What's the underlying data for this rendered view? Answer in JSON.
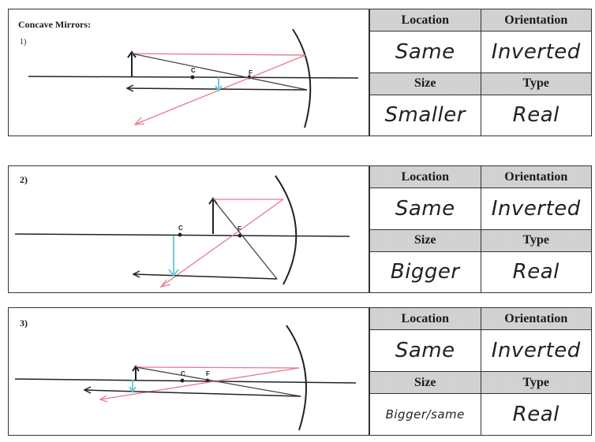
{
  "heading": "Concave Mirrors:",
  "headers": {
    "location": "Location",
    "orientation": "Orientation",
    "size": "Size",
    "type": "Type"
  },
  "point_labels": {
    "center": "C",
    "focus": "F"
  },
  "problems": [
    {
      "number": "1)",
      "location": "Same",
      "orientation": "Inverted",
      "size": "Smaller",
      "type": "Real"
    },
    {
      "number": "2)",
      "location": "Same",
      "orientation": "Inverted",
      "size": "Bigger",
      "type": "Real"
    },
    {
      "number": "3)",
      "location": "Same",
      "orientation": "Inverted",
      "size": "Bigger/same",
      "type": "Real"
    }
  ],
  "colors": {
    "ray_pink": "#e8788a",
    "image_cyan": "#5fc6d8",
    "ink": "#222222"
  }
}
